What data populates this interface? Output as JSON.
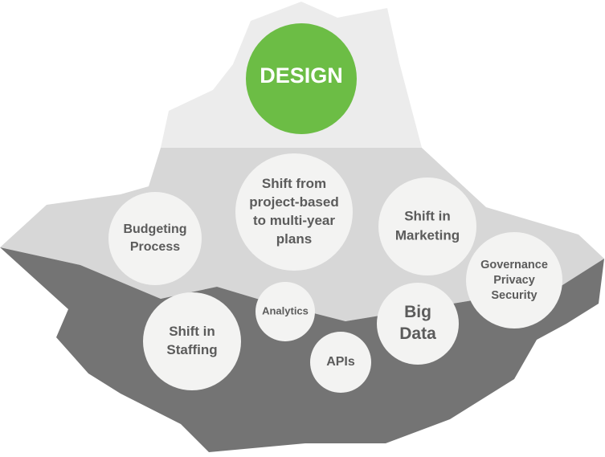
{
  "colors": {
    "background": "#ffffff",
    "iceberg_tip": "#ececec",
    "iceberg_middle": "#d7d7d7",
    "iceberg_base": "#747474",
    "accent": "#6cbd45",
    "bubble_fill": "#f3f3f2",
    "bubble_text": "#5b5b5b",
    "accent_text": "#ffffff"
  },
  "diagram": {
    "center": {
      "label": "DESIGN"
    },
    "bubbles": [
      {
        "id": "budgeting-process",
        "lines": [
          "Budgeting",
          "Process"
        ]
      },
      {
        "id": "shift-from-project-based",
        "lines": [
          "Shift from",
          "project-based",
          "to multi-year",
          "plans"
        ]
      },
      {
        "id": "shift-in-marketing",
        "lines": [
          "Shift in",
          "Marketing"
        ]
      },
      {
        "id": "governance-privacy-security",
        "lines": [
          "Governance",
          "Privacy",
          "Security"
        ]
      },
      {
        "id": "analytics",
        "lines": [
          "Analytics"
        ]
      },
      {
        "id": "shift-in-staffing",
        "lines": [
          "Shift in",
          "Staffing"
        ]
      },
      {
        "id": "big-data",
        "lines": [
          "Big",
          "Data"
        ]
      },
      {
        "id": "apis",
        "lines": [
          "APIs"
        ]
      }
    ]
  }
}
